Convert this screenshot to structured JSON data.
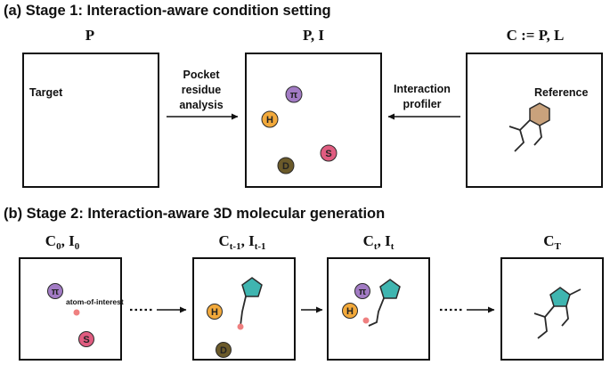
{
  "stage1": {
    "title": "(a) Stage 1: Interaction-aware condition setting",
    "panel_p": {
      "header": "P",
      "target_label": "Target"
    },
    "arrow1": {
      "line1": "Pocket",
      "line2": "residue",
      "line3": "analysis"
    },
    "panel_pi": {
      "header": "P, I"
    },
    "arrow2": {
      "line1": "Interaction",
      "line2": "profiler"
    },
    "panel_c": {
      "header": "C := P, L",
      "reference_label": "Reference"
    }
  },
  "stage2": {
    "title": "(b) Stage 2: Interaction-aware 3D molecular generation",
    "panel0": {
      "c": "C",
      "c_sub": "0",
      "sep": ", ",
      "i": "I",
      "i_sub": "0",
      "atom_label": "atom-of-interest"
    },
    "panel1": {
      "c": "C",
      "c_sub": "t-1",
      "sep": ", ",
      "i": "I",
      "i_sub": "t-1"
    },
    "panel2": {
      "c": "C",
      "c_sub": "t",
      "sep": ", ",
      "i": "I",
      "i_sub": "t"
    },
    "panel3": {
      "c": "C",
      "c_sub": "T"
    }
  },
  "badges": {
    "pi": "π",
    "h": "H",
    "s": "S",
    "d": "D"
  },
  "colors": {
    "pocket": "#3b4566",
    "pi": "#a27bc4",
    "h": "#f2a93b",
    "s": "#e05c80",
    "d": "#6b5a2a",
    "reference_ring": "#c9a27c",
    "generated_ring": "#3fb5b0",
    "atom_of_interest": "#ef8080"
  }
}
